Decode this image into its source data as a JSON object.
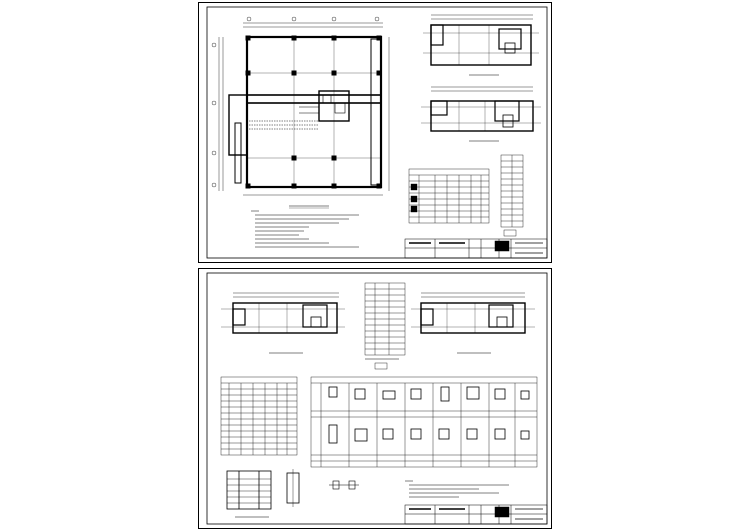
{
  "sheets": [
    {
      "id": "sheet-1",
      "title_block": {
        "cells": [
          "",
          "",
          "",
          "",
          ""
        ]
      },
      "drawings": [
        "floor-plan-large",
        "small-plan-top",
        "small-plan-middle",
        "notes",
        "schedule-table",
        "column-table"
      ]
    },
    {
      "id": "sheet-2",
      "title_block": {
        "cells": [
          "",
          "",
          "",
          "",
          ""
        ]
      },
      "drawings": [
        "plan-left",
        "column-table-center",
        "plan-right",
        "schedule-left",
        "detail-grid",
        "section-detail",
        "notes"
      ]
    }
  ],
  "colors": {
    "line": "#000000",
    "background": "#ffffff"
  }
}
